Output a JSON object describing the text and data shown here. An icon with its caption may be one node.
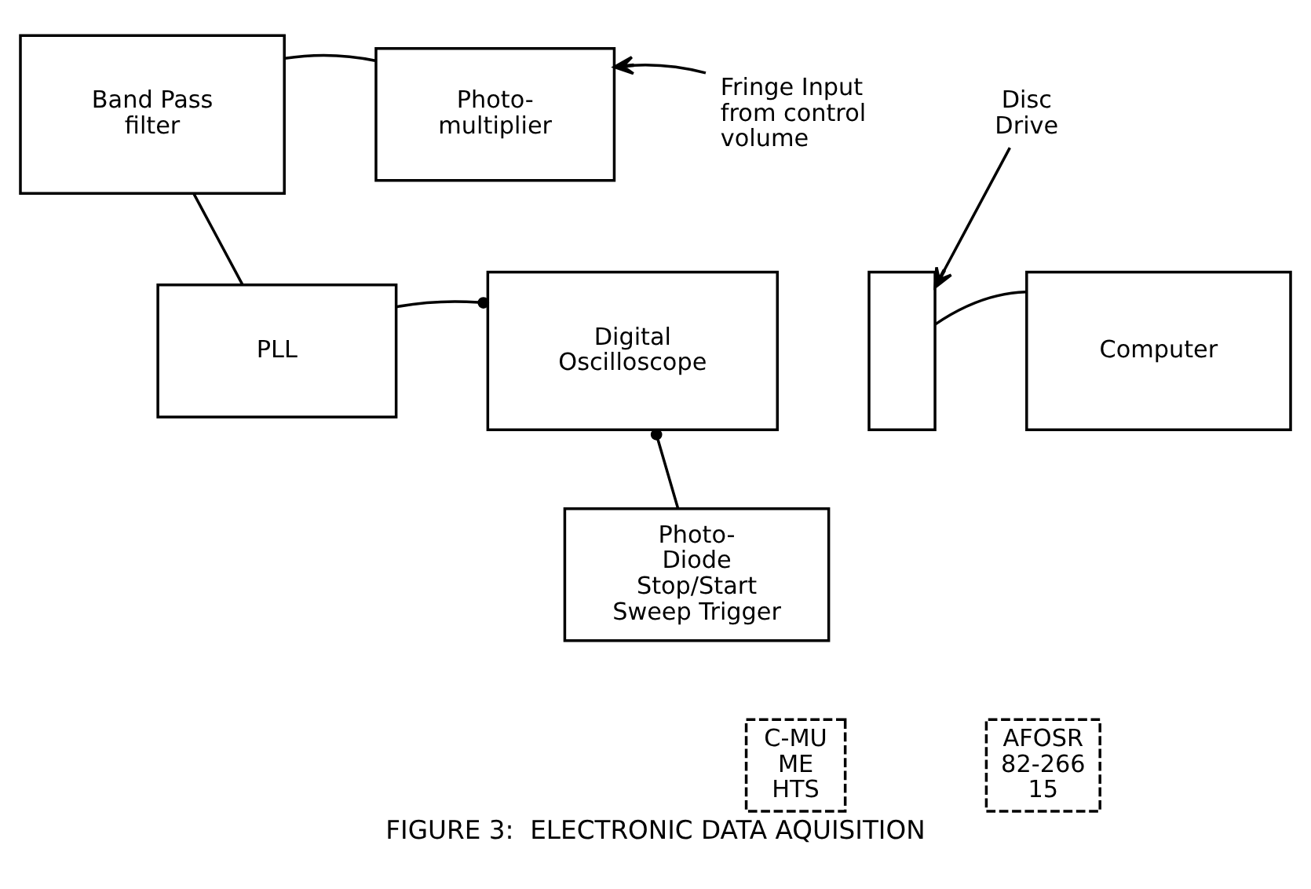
{
  "diagram": {
    "caption": "FIGURE 3:  ELECTRONIC DATA AQUISITION",
    "nodes": [
      {
        "text": [
          "Band Pass filter"
        ]
      },
      {
        "text": [
          "Photo- multiplier"
        ]
      },
      {
        "text": [
          "Fringe Input from control volume"
        ]
      },
      {
        "text": [
          "PLL"
        ]
      },
      {
        "text": [
          "Digital Oscilloscope"
        ]
      },
      {
        "text": [
          "Disc Drive"
        ]
      },
      {
        "text": [],
        "shape": "box"
      },
      {
        "text": [
          "Computer"
        ]
      },
      {
        "text": [
          "Photo- Diode Stop/Start Sweep Trigger"
        ]
      }
    ],
    "edges": [
      {
        "from": 0,
        "to": 1,
        "arrow": "none"
      },
      {
        "from": 2,
        "to": 1,
        "arrow": "to"
      },
      {
        "from": 0,
        "to": 3,
        "arrow": "none"
      },
      {
        "from": 3,
        "to": 4,
        "arrow": "other"
      },
      {
        "from": 5,
        "to": 6,
        "arrow": "to"
      },
      {
        "from": 6,
        "to": 7,
        "arrow": "none"
      },
      {
        "from": 8,
        "to": 4,
        "arrow": "other"
      }
    ],
    "labels": [
      "C-MU ME HTS",
      "AFOSR 82-266 15"
    ]
  }
}
